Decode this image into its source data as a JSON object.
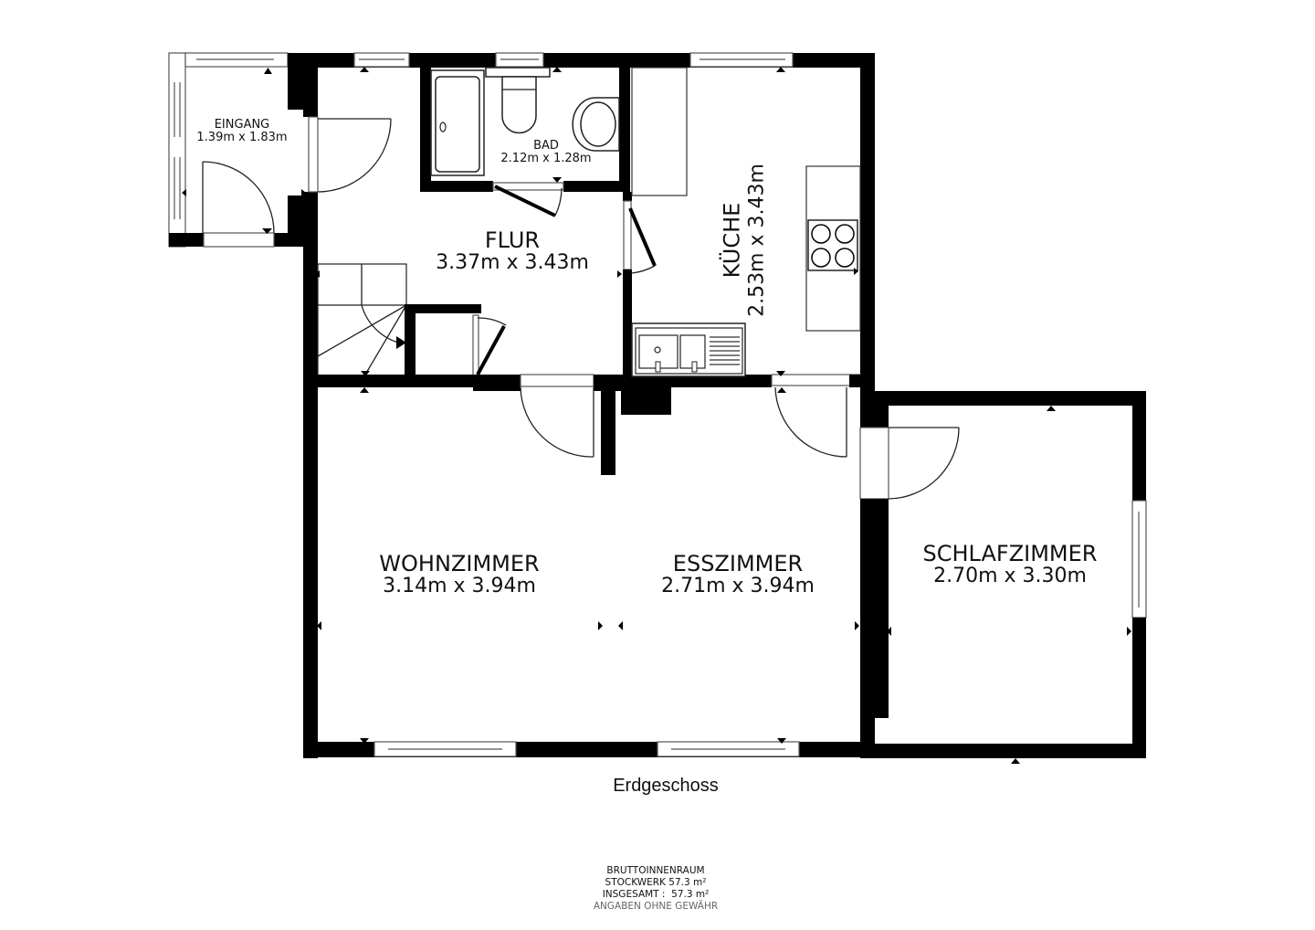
{
  "floor_plan": {
    "floor_name": "Erdgeschoss",
    "rooms": [
      {
        "id": "eingang",
        "name": "EINGANG",
        "dimensions": "1.39m x 1.83m"
      },
      {
        "id": "bad",
        "name": "BAD",
        "dimensions": "2.12m x 1.28m"
      },
      {
        "id": "flur",
        "name": "FLUR",
        "dimensions": "3.37m x 3.43m"
      },
      {
        "id": "kueche",
        "name": "KÜCHE",
        "dimensions": "2.53m x 3.43m"
      },
      {
        "id": "wohnzimmer",
        "name": "WOHNZIMMER",
        "dimensions": "3.14m x 3.94m"
      },
      {
        "id": "esszimmer",
        "name": "ESSZIMMER",
        "dimensions": "2.71m x 3.94m"
      },
      {
        "id": "schlafzimmer",
        "name": "SCHLAFZIMMER",
        "dimensions": "2.70m x 3.30m"
      }
    ],
    "fixtures": [
      "bathtub-icon",
      "toilet-icon",
      "washbasin-icon",
      "stove-icon",
      "sink-icon",
      "staircase-icon"
    ],
    "colors": {
      "wall": "#000000",
      "background": "#ffffff",
      "disclaimer": "#666666"
    }
  },
  "summary": {
    "heading": "BRUTTOINNENRAUM",
    "floor_area_line": "STOCKWERK 57.3 m²",
    "total_area_line": "INSGESAMT :  57.3 m²",
    "disclaimer": "ANGABEN OHNE GEWÄHR"
  }
}
